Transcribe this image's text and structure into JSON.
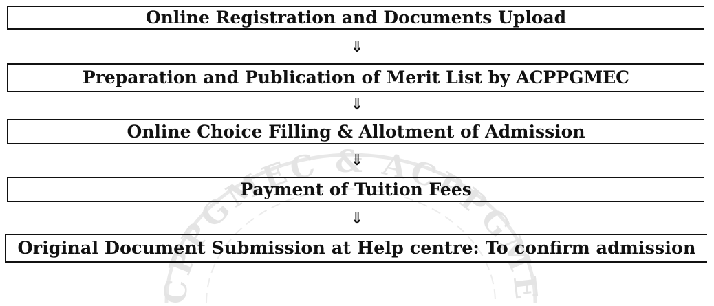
{
  "steps": [
    {
      "label": "Online Registration and Documents Upload"
    },
    {
      "label": "Preparation and Publication of Merit List by ACPPGMEC"
    },
    {
      "label": "Online Choice Filling & Allotment of Admission"
    },
    {
      "label": "Payment of Tuition Fees"
    },
    {
      "label": "Original Document Submission at Help centre: To confirm admission"
    }
  ],
  "arrow_glyph": "⇓",
  "watermark": {
    "text": "ACPPGMEC & ACPPGMEC",
    "color": "#e4e4e4"
  }
}
